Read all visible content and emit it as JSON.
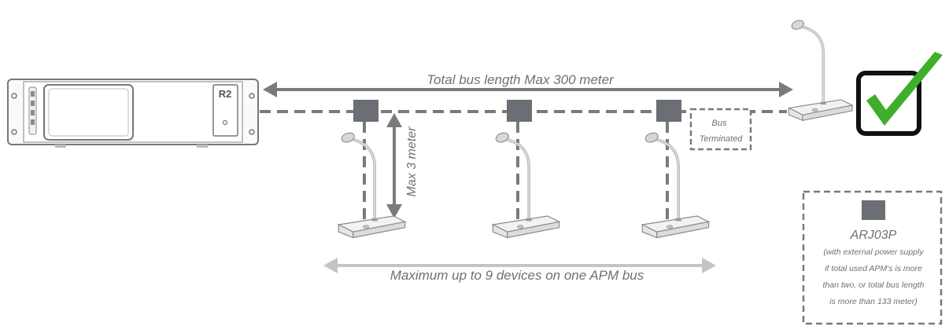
{
  "device_label": "R2",
  "bus_length_label": "Total bus length Max 300 meter",
  "stub_length_label": "Max 3 meter",
  "max_devices_label": "Maximum up to 9 devices on one APM bus",
  "bus_terminated": {
    "line1": "Bus",
    "line2": "Terminated"
  },
  "legend": {
    "title": "ARJ03P",
    "note_lines": [
      "(with external power supply",
      "if total used APM's is more",
      "than two, or total bus length",
      "is more than 133 meter)"
    ]
  },
  "icons": {
    "check": "green-check-icon",
    "junction": "arj03p-junction-box",
    "microphone": "desk-microphone-icon"
  },
  "colors": {
    "line": "#7a7a7a",
    "junction": "#6b6e75",
    "check_green": "#3fae2a",
    "text": "#707070"
  }
}
